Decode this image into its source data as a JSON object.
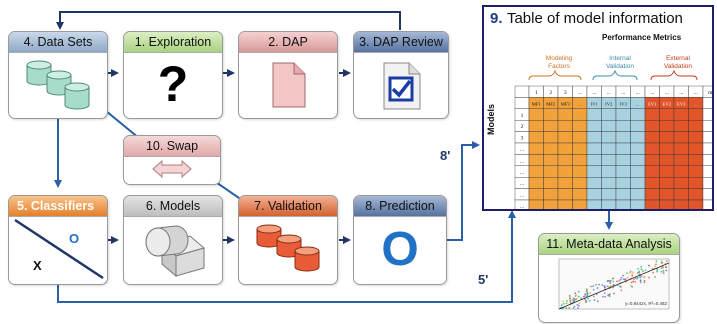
{
  "boxes": {
    "data_sets": "4. Data Sets",
    "exploration": "1. Exploration",
    "dap": "2. DAP",
    "dap_review": "3. DAP Review",
    "swap": "10. Swap",
    "classifiers": "5. Classifiers",
    "models": "6. Models",
    "validation": "7. Validation",
    "prediction": "8. Prediction",
    "metadata": "11. Meta-data Analysis"
  },
  "glyphs": {
    "question": "?",
    "circle_o": "O",
    "classifier_x": "X",
    "classifier_o": "O"
  },
  "table": {
    "number": "9.",
    "title": "Table of model information",
    "performance_metrics": "Performance Metrics",
    "groups": {
      "modeling": "Modeling Factors",
      "internal": "Internal Validation",
      "external": "External Validation"
    },
    "header_cols": [
      "1",
      "2",
      "3",
      "...",
      "...",
      "...",
      "...",
      "...",
      "...",
      "...",
      "...",
      "...",
      "m"
    ],
    "mf_cols": [
      "MF1",
      "MF2",
      "MF3",
      "..."
    ],
    "iv_cols": [
      "IV1",
      "IV2",
      "IV3",
      "..."
    ],
    "ev_cols": [
      "EV1",
      "EV2",
      "EV3",
      "..."
    ],
    "row_labels": [
      "1",
      "2",
      "3",
      "...",
      "...",
      "...",
      "...",
      "...",
      "...",
      "n"
    ],
    "models_label": "Models"
  },
  "labels": {
    "eight_prime": "8'",
    "five_prime": "5'"
  },
  "scatter": {
    "equation": "y=0.8442x, R²=0.482"
  },
  "colors": {
    "modeling": "#f2a23c",
    "internal": "#a9d2e0",
    "external": "#e2552b",
    "arrow_navy": "#1f3764",
    "arrow_blue": "#2a5fa8",
    "table_border": "#1c1e6a"
  },
  "icons": {
    "database": "database-icon",
    "document": "document-icon",
    "checkbox": "checkbox-icon",
    "swap_arrow": "double-arrow-icon",
    "cylinders": "cylinder-icon",
    "cube": "cube-icon"
  }
}
